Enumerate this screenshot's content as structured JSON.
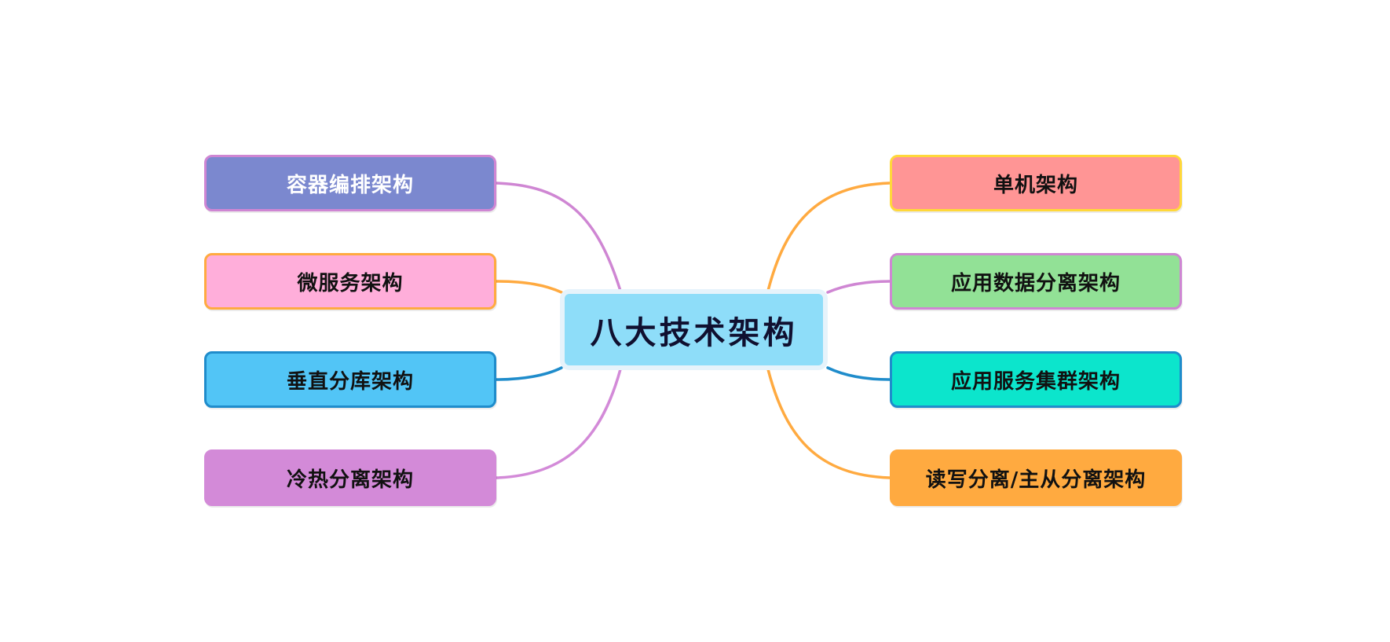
{
  "center": {
    "label": "八大技术架构",
    "fill": "#8EDDF9",
    "text_color": "#101030"
  },
  "left_branches": [
    {
      "label": "容器编排架构",
      "fill": "#7B88CF",
      "border": "#CF86D3",
      "text_color": "#FFFFFF",
      "line": "#CF86D3"
    },
    {
      "label": "微服务架构",
      "fill": "#FFAEDA",
      "border": "#FFAA40",
      "text_color": "#111111",
      "line": "#FFAA40"
    },
    {
      "label": "垂直分库架构",
      "fill": "#52C5F6",
      "border": "#1F8CCB",
      "text_color": "#111111",
      "line": "#1F8CCB"
    },
    {
      "label": "冷热分离架构",
      "fill": "#D38AD8",
      "border": "#D38AD8",
      "text_color": "#111111",
      "line": "#D38AD8"
    }
  ],
  "right_branches": [
    {
      "label": "单机架构",
      "fill": "#FF9595",
      "border": "#FFD83A",
      "text_color": "#111111",
      "line": "#FFAA40"
    },
    {
      "label": "应用数据分离架构",
      "fill": "#92E196",
      "border": "#CF86D3",
      "text_color": "#111111",
      "line": "#CF86D3"
    },
    {
      "label": "应用服务集群架构",
      "fill": "#0CE5CC",
      "border": "#1F8CCB",
      "text_color": "#111111",
      "line": "#1F8CCB"
    },
    {
      "label": "读写分离/主从分离架构",
      "fill": "#FFAA40",
      "border": "#FFAA40",
      "text_color": "#111111",
      "line": "#FFAA40"
    }
  ]
}
